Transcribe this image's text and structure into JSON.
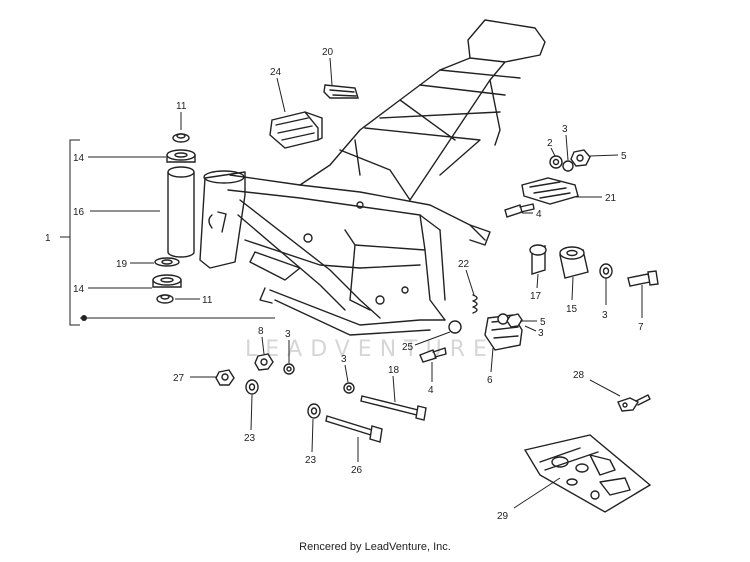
{
  "footer": {
    "credit": "Rencered by LeadVenture, Inc."
  },
  "watermark": {
    "text": "LEADVENTURE"
  },
  "callouts": [
    {
      "id": "c1",
      "text": "1"
    },
    {
      "id": "c11a",
      "text": "11"
    },
    {
      "id": "c14a",
      "text": "14"
    },
    {
      "id": "c16",
      "text": "16"
    },
    {
      "id": "c19",
      "text": "19"
    },
    {
      "id": "c14b",
      "text": "14"
    },
    {
      "id": "c11b",
      "text": "11"
    },
    {
      "id": "c24",
      "text": "24"
    },
    {
      "id": "c20",
      "text": "20"
    },
    {
      "id": "c2",
      "text": "2"
    },
    {
      "id": "c3a",
      "text": "3"
    },
    {
      "id": "c5a",
      "text": "5"
    },
    {
      "id": "c21",
      "text": "21"
    },
    {
      "id": "c4a",
      "text": "4"
    },
    {
      "id": "c22",
      "text": "22"
    },
    {
      "id": "c17",
      "text": "17"
    },
    {
      "id": "c15",
      "text": "15"
    },
    {
      "id": "c3b",
      "text": "3"
    },
    {
      "id": "c7",
      "text": "7"
    },
    {
      "id": "c5b",
      "text": "5"
    },
    {
      "id": "c3c",
      "text": "3"
    },
    {
      "id": "c25",
      "text": "25"
    },
    {
      "id": "c6",
      "text": "6"
    },
    {
      "id": "c8",
      "text": "8"
    },
    {
      "id": "c3d",
      "text": "3"
    },
    {
      "id": "c3e",
      "text": "3"
    },
    {
      "id": "c4b",
      "text": "4"
    },
    {
      "id": "c18",
      "text": "18"
    },
    {
      "id": "c27",
      "text": "27"
    },
    {
      "id": "c23a",
      "text": "23"
    },
    {
      "id": "c23b",
      "text": "23"
    },
    {
      "id": "c26",
      "text": "26"
    },
    {
      "id": "c28",
      "text": "28"
    },
    {
      "id": "c29",
      "text": "29"
    }
  ]
}
